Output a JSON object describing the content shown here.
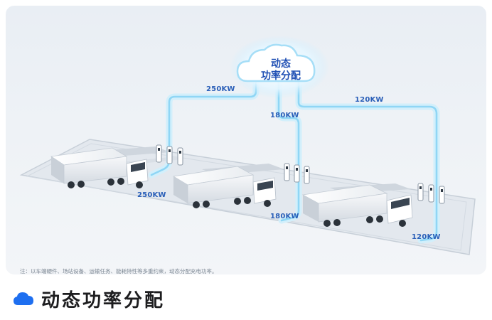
{
  "diagram": {
    "cloud_label_line1": "动态",
    "cloud_label_line2": "功率分配",
    "power_labels": [
      "250KW",
      "180KW",
      "120KW",
      "250KW",
      "180KW",
      "120KW"
    ],
    "footnote": "注：以车端硬件、场站设备、运输任务、能耗特性等多重约束，动态分配充电功率。"
  },
  "footer": {
    "title": "动态功率分配",
    "icon": "cloud-icon"
  },
  "colors": {
    "accent": "#1e6ff0",
    "cable": "#8fd6f5",
    "cable_glow": "#d2effb"
  }
}
